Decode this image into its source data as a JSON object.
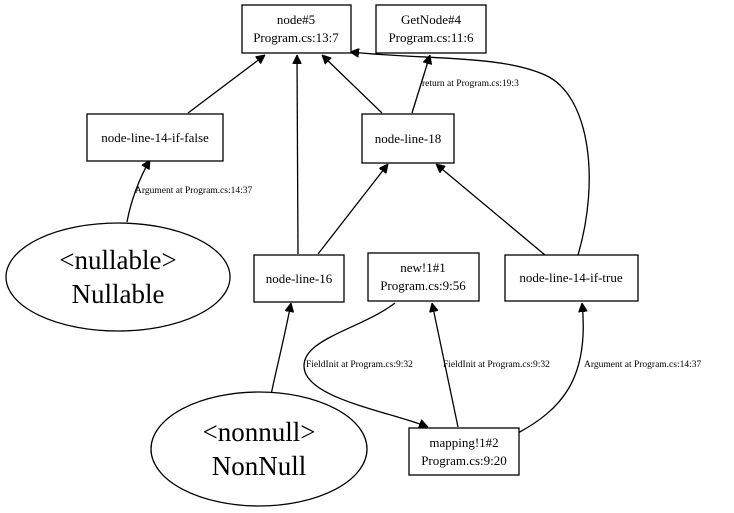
{
  "nodes": {
    "node5": {
      "line1": "node#5",
      "line2": "Program.cs:13:7"
    },
    "getnode4": {
      "line1": "GetNode#4",
      "line2": "Program.cs:11:6"
    },
    "iffalse": {
      "label": "node-line-14-if-false"
    },
    "line18": {
      "label": "node-line-18"
    },
    "nullable": {
      "line1": "<nullable>",
      "line2": "Nullable"
    },
    "line16": {
      "label": "node-line-16"
    },
    "new1": {
      "line1": "new!1#1",
      "line2": "Program.cs:9:56"
    },
    "iftrue": {
      "label": "node-line-14-if-true"
    },
    "nonnull": {
      "line1": "<nonnull>",
      "line2": "NonNull"
    },
    "mapping1": {
      "line1": "mapping!1#2",
      "line2": "Program.cs:9:20"
    }
  },
  "edges": {
    "return_label": "return at Program.cs:19:3",
    "arg_iffalse": "Argument at Program.cs:14:37",
    "fieldinit_left": "FieldInit at Program.cs:9:32",
    "fieldinit_right": "FieldInit at Program.cs:9:32",
    "arg_iftrue": "Argument at Program.cs:14:37"
  }
}
